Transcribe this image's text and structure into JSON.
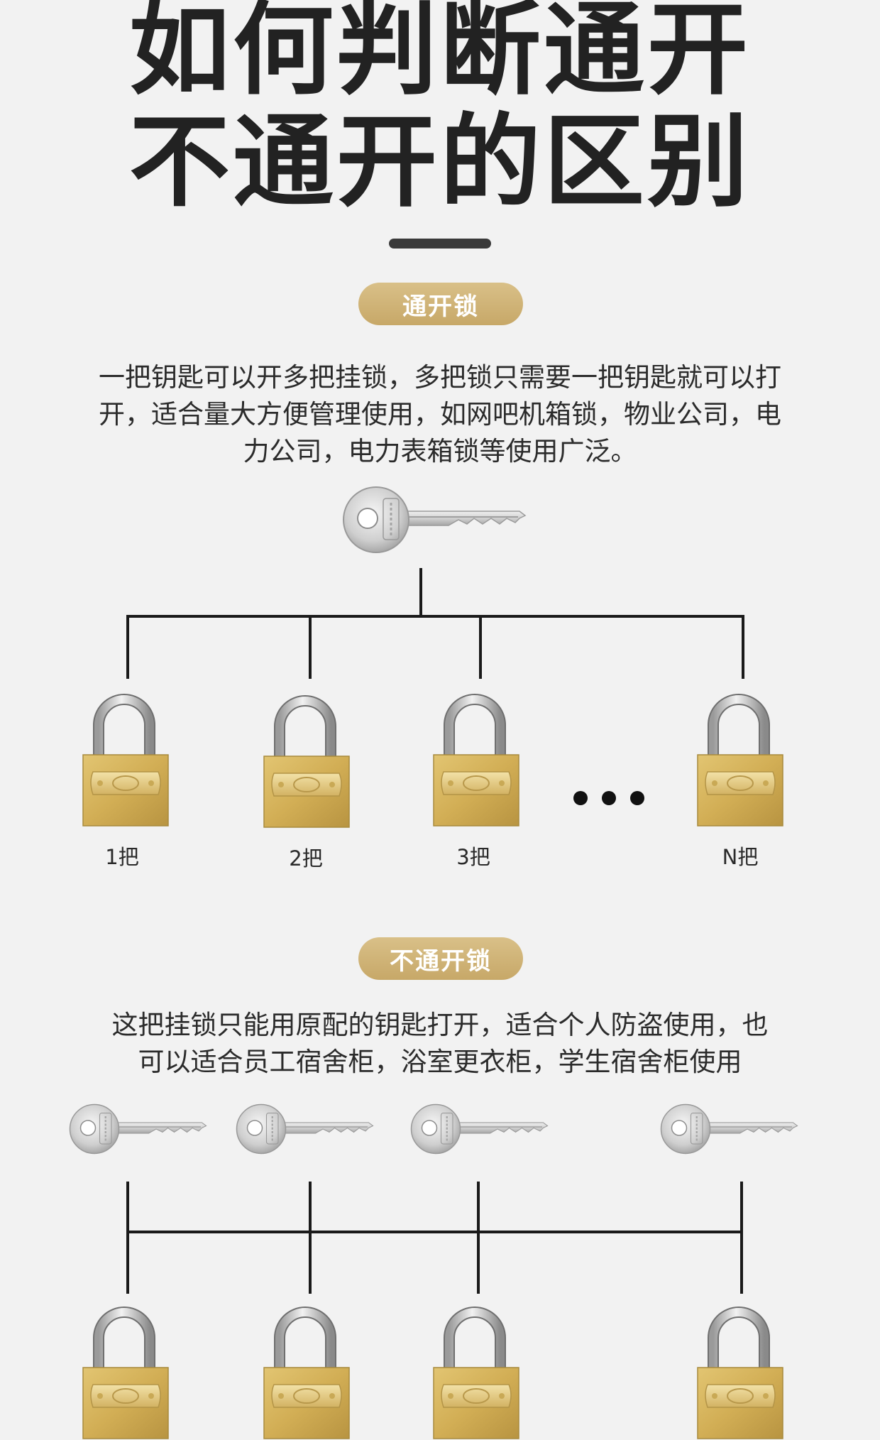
{
  "title": {
    "line1": "如何判断通开",
    "line2": "不通开的区别"
  },
  "section1": {
    "badge": "通开锁",
    "description_lines": [
      "一把钥匙可以开多把挂锁，多把锁只需要一把钥匙就可以打",
      "开，适合量大方便管理使用，如网吧机箱锁，物业公司，电",
      "力公司，电力表箱锁等使用广泛。"
    ],
    "locks": [
      {
        "label": "1把"
      },
      {
        "label": "2把"
      },
      {
        "label": "3把"
      },
      {
        "label": "N把"
      }
    ],
    "ellipsis": "more-dots"
  },
  "section2": {
    "badge": "不通开锁",
    "description_lines": [
      "这把挂锁只能用原配的钥匙打开，适合个人防盗使用，也",
      "可以适合员工宿舍柜，浴室更衣柜，学生宿舍柜使用"
    ]
  },
  "colors": {
    "background": "#f2f2f2",
    "badge_gold": "#cfb374",
    "lock_brass": "#d4b35a",
    "key_silver": "#c9c9c9"
  }
}
